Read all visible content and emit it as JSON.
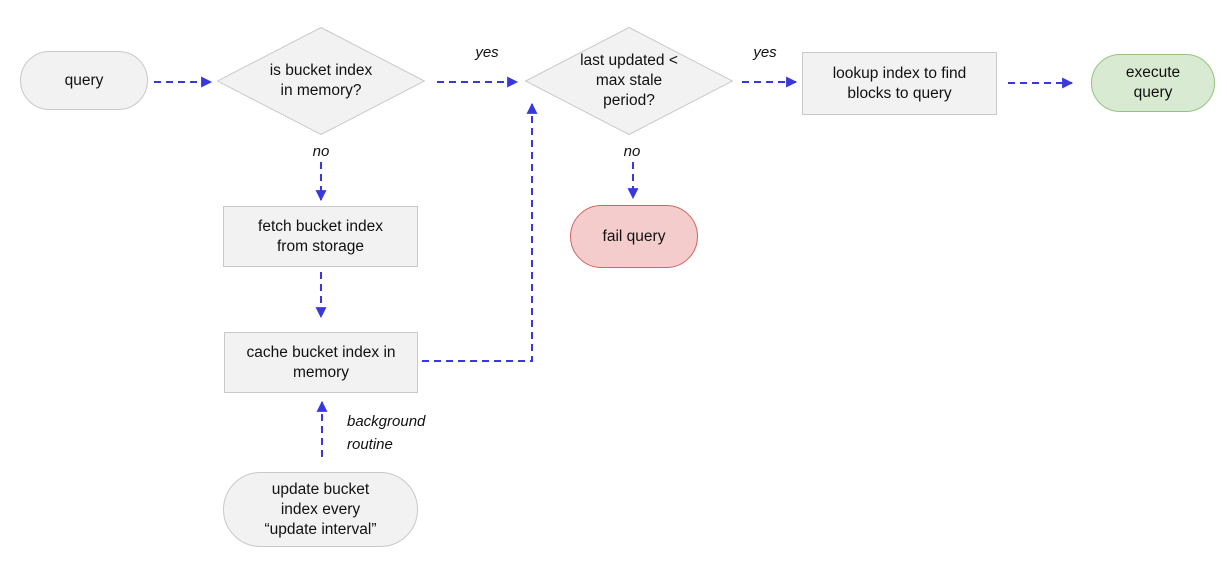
{
  "diagram": {
    "description": "flowchart of bucket index lookup for query execution",
    "colors": {
      "arrow": "#3838de",
      "node_fill": "#f2f2f2",
      "node_border": "#c9c9c9",
      "success_fill": "#d9ead3",
      "success_border": "#93c47d",
      "fail_fill": "#f4cccc",
      "fail_border": "#d4635d"
    },
    "nodes": {
      "query": {
        "label": "query",
        "shape": "pill"
      },
      "memory_check": {
        "label": "is bucket index in memory?",
        "shape": "diamond"
      },
      "stale_check": {
        "label": "last updated < max stale period?",
        "shape": "diamond"
      },
      "lookup": {
        "label": "lookup index to find blocks to query",
        "shape": "rect"
      },
      "execute": {
        "label": "execute query",
        "shape": "pill-green"
      },
      "fetch": {
        "label": "fetch bucket index from storage",
        "shape": "rect"
      },
      "fail": {
        "label": "fail query",
        "shape": "pill-red"
      },
      "cache": {
        "label": "cache bucket index in memory",
        "shape": "rect"
      },
      "update": {
        "label": "update bucket index every “update interval”",
        "shape": "pill"
      }
    },
    "edge_labels": {
      "memory_yes": "yes",
      "stale_yes": "yes",
      "memory_no": "no",
      "stale_no": "no",
      "background_routine": "background routine"
    }
  }
}
